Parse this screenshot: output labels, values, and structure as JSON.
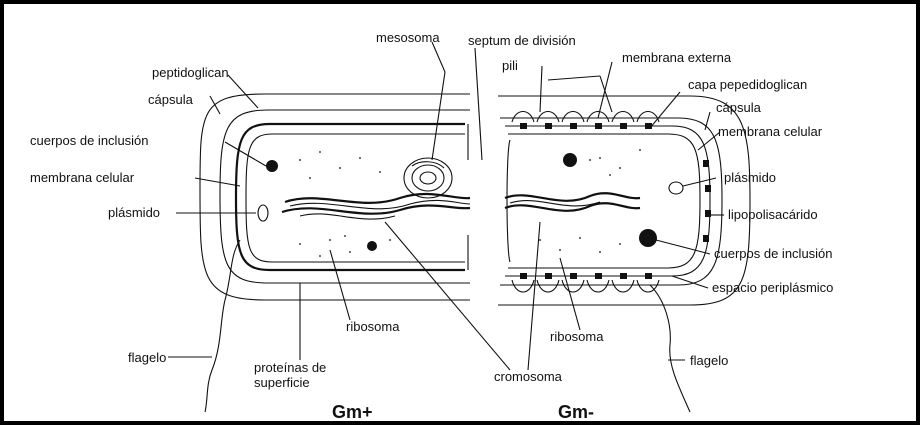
{
  "labels": {
    "mesosoma": "mesosoma",
    "septum": "septum de división",
    "pili": "pili",
    "membrana_externa": "membrana externa",
    "peptidoglican": "peptidoglican",
    "capa_pepedidoglican": "capa pepedidoglican",
    "capsula_left": "cápsula",
    "capsula_right": "cápsula",
    "cuerpos_inclusion_left": "cuerpos de inclusión",
    "membrana_celular_left": "membrana celular",
    "membrana_celular_right": "membrana celular",
    "plasmido_left": "plásmido",
    "plasmido_right": "plásmido",
    "lipopolisacarido": "lipopolisacárido",
    "cuerpos_inclusion_right": "cuerpos de inclusión",
    "espacio_periplasmico": "espacio periplásmico",
    "ribosoma_left": "ribosoma",
    "ribosoma_right": "ribosoma",
    "flagelo_left": "flagelo",
    "flagelo_right": "flagelo",
    "proteinas_superficie_1": "proteínas de",
    "proteinas_superficie_2": "superficie",
    "cromosoma": "cromosoma",
    "gm_plus": "Gm+",
    "gm_minus": "Gm-"
  }
}
